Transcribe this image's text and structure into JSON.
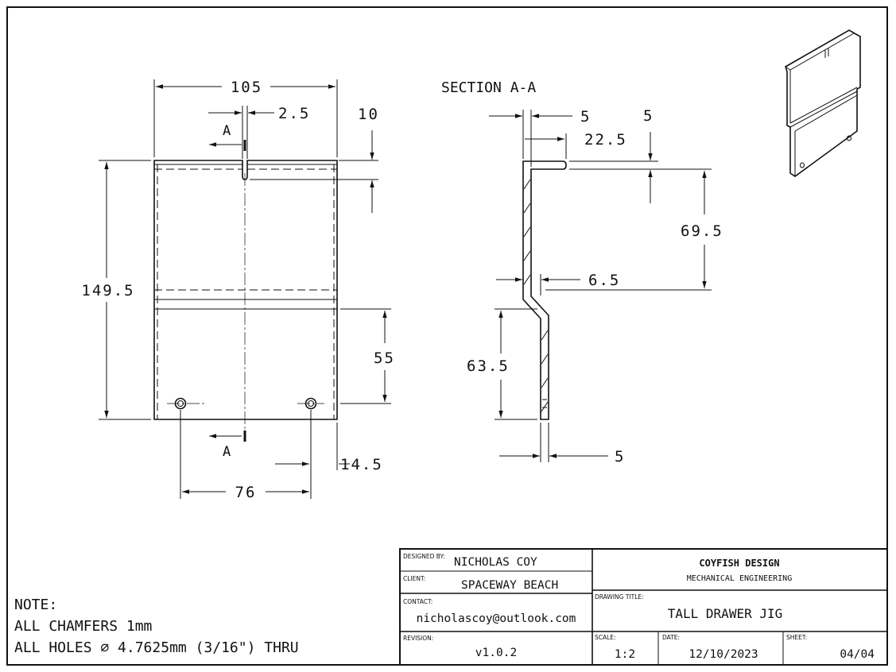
{
  "front_view": {
    "dims": {
      "width": "105",
      "slot_width": "2.5",
      "slot_depth": "10",
      "height": "149.5",
      "bend_offset": "55",
      "hole_spacing": "76",
      "hole_edge": "14.5"
    },
    "section_marker": "A"
  },
  "section_view": {
    "title": "SECTION A-A",
    "dims": {
      "thickness_top": "5",
      "flange_length": "22.5",
      "flange_thickness": "5",
      "upper_height": "69.5",
      "offset": "6.5",
      "lower_height": "63.5",
      "thickness_bottom": "5"
    }
  },
  "notes": {
    "heading": "NOTE:",
    "lines": [
      "ALL CHAMFERS 1mm",
      "ALL HOLES ∅ 4.7625mm (3/16\") THRU"
    ]
  },
  "title_block": {
    "designed_by_label": "DESIGNED BY:",
    "designed_by": "NICHOLAS COY",
    "client_label": "CLIENT:",
    "client": "SPACEWAY BEACH",
    "contact_label": "CONTACT:",
    "contact": "nicholascoy@outlook.com",
    "revision_label": "REVISION:",
    "revision": "v1.0.2",
    "company": "COYFISH DESIGN",
    "company_sub": "MECHANICAL ENGINEERING",
    "drawing_title_label": "DRAWING TITLE:",
    "drawing_title": "TALL DRAWER JIG",
    "scale_label": "SCALE:",
    "scale": "1:2",
    "date_label": "DATE:",
    "date": "12/10/2023",
    "sheet_label": "SHEET:",
    "sheet": "04/04"
  }
}
